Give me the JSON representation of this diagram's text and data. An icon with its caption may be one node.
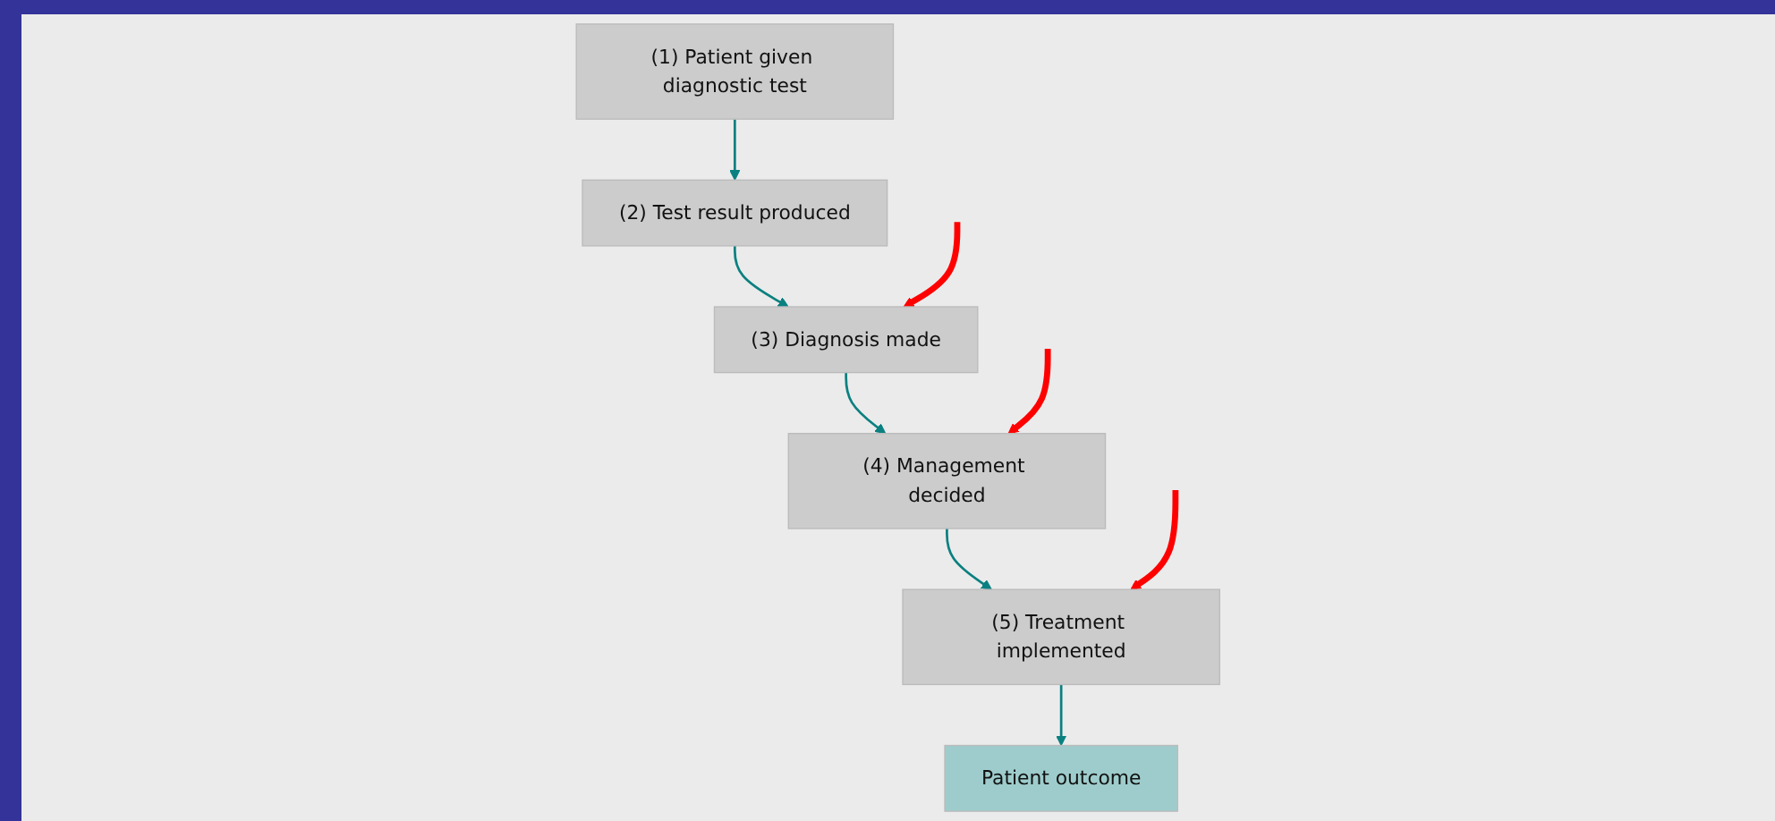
{
  "diagram": {
    "nodes": [
      {
        "text": [
          "(1) Patient given diagnostic test"
        ]
      },
      {
        "text": [
          "(2) Test result produced"
        ]
      },
      {
        "text": [
          "(3) Diagnosis made"
        ]
      },
      {
        "text": [
          "(4) Management decided"
        ]
      },
      {
        "text": [
          "(5) Treatment implemented"
        ]
      },
      {
        "text": [
          "Patient outcome"
        ]
      }
    ],
    "edges": [
      {
        "from": 0,
        "to": 1,
        "arrow": "to"
      },
      {
        "from": 1,
        "to": 2,
        "arrow": "to"
      },
      {
        "from": 2,
        "to": 3,
        "arrow": "to"
      },
      {
        "from": 3,
        "to": 4,
        "arrow": "to"
      },
      {
        "from": 4,
        "to": 5,
        "arrow": "to"
      },
      {
        "from": null,
        "to": 2,
        "arrow": "to",
        "style": "thick",
        "color": "#ff0000"
      },
      {
        "from": null,
        "to": 3,
        "arrow": "to",
        "style": "thick",
        "color": "#ff0000"
      },
      {
        "from": null,
        "to": 4,
        "arrow": "to",
        "style": "thick",
        "color": "#ff0000"
      }
    ]
  }
}
